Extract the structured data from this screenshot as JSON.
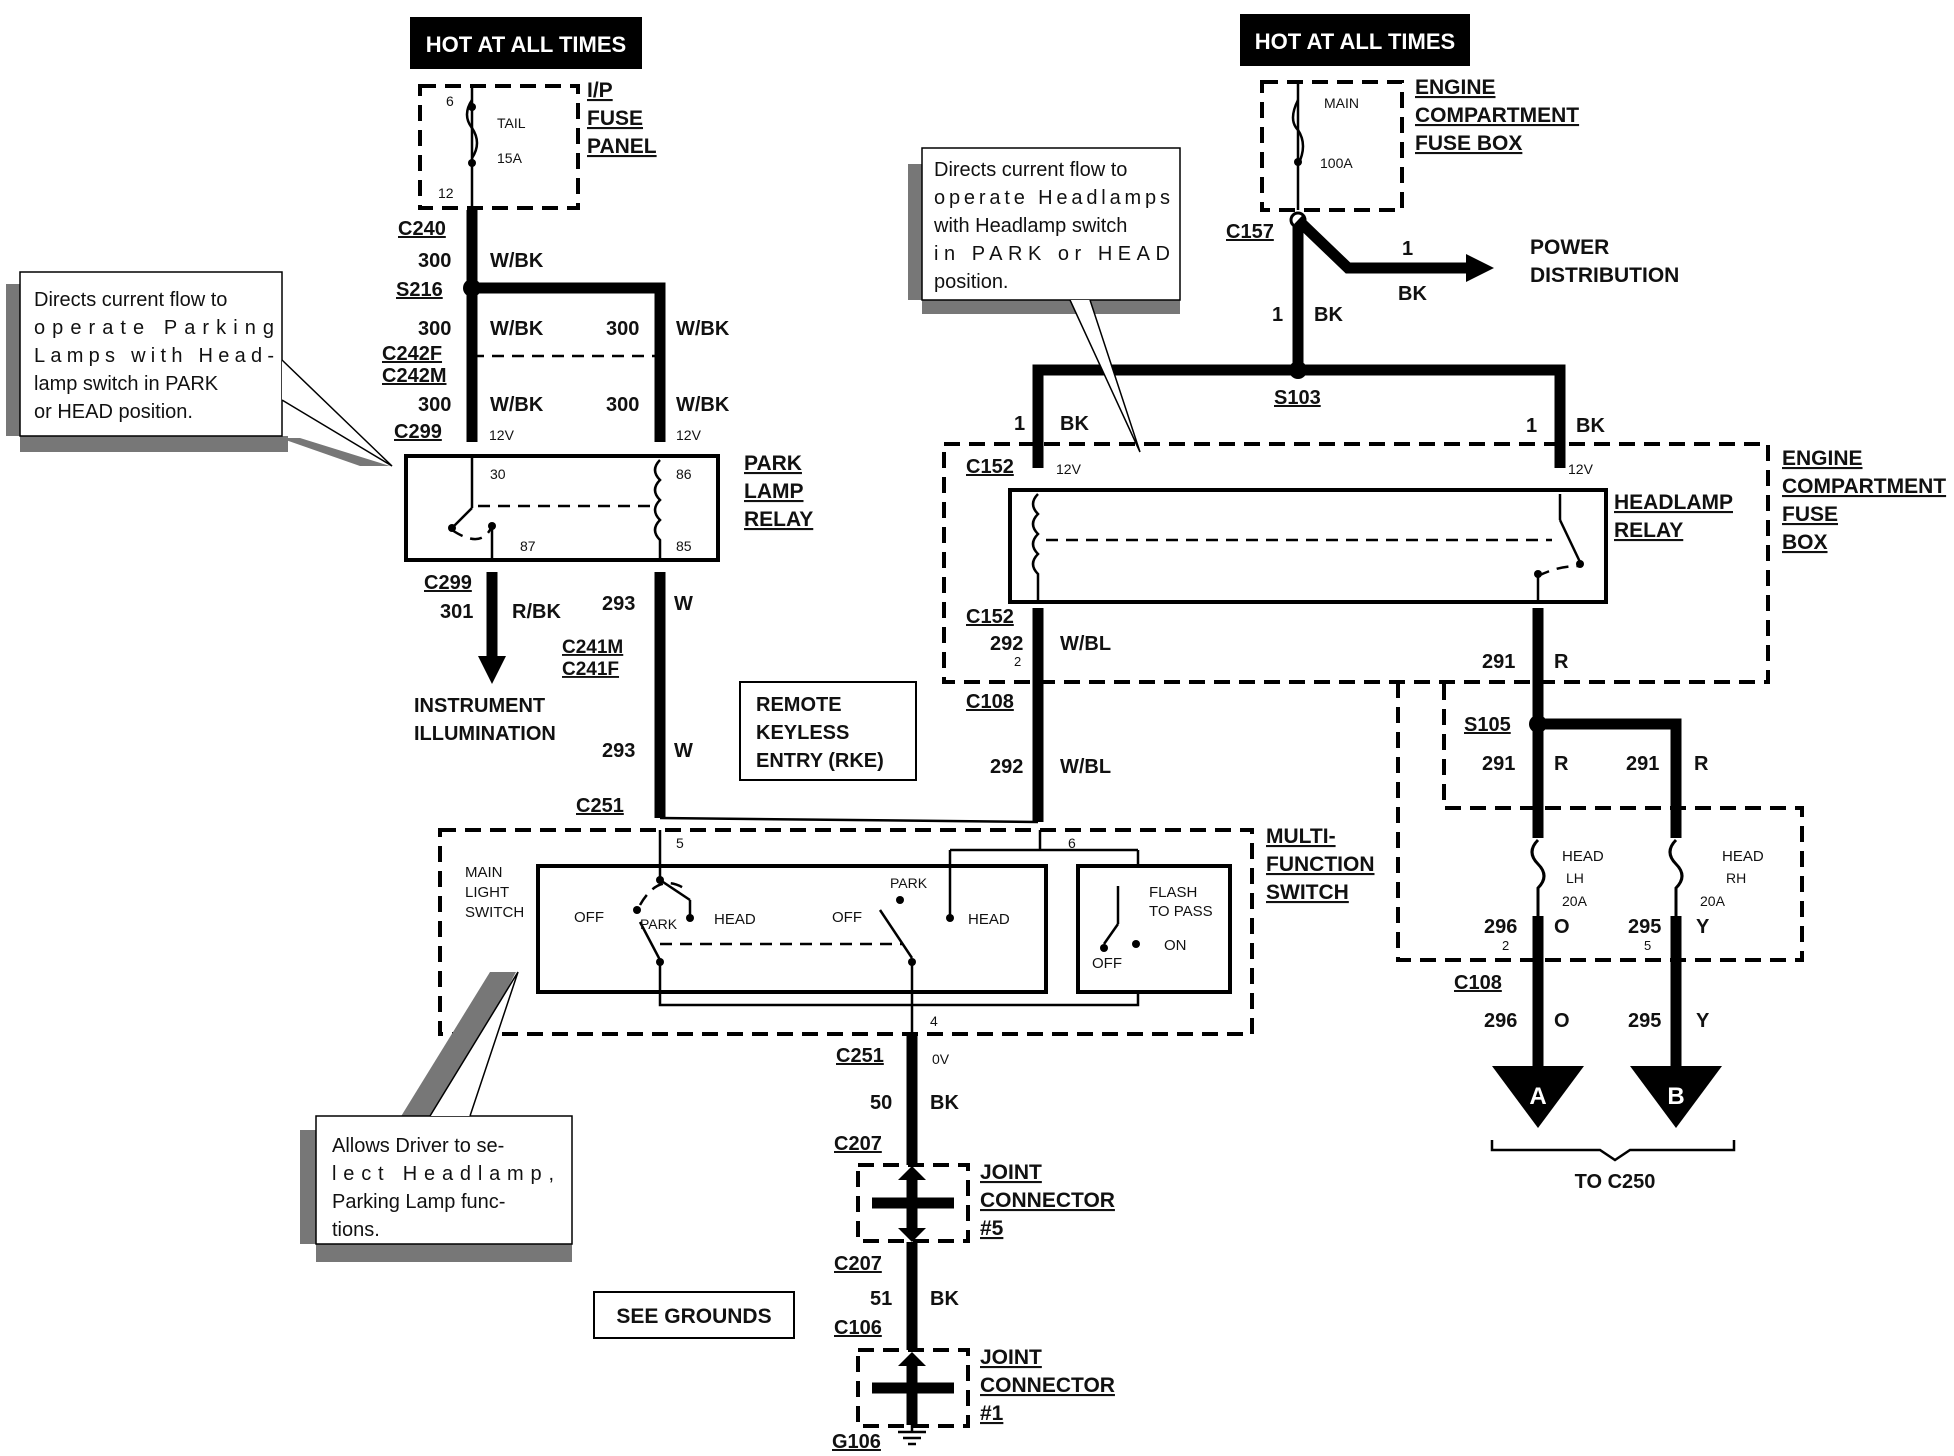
{
  "hot_left": "HOT AT ALL TIMES",
  "hot_right": "HOT AT ALL TIMES",
  "ip_fuse": {
    "label": [
      "I/P",
      "FUSE",
      "PANEL"
    ],
    "fuse_name": "TAIL",
    "fuse_rating": "15A",
    "pin_top": "6",
    "pin_bottom": "12"
  },
  "engine_fuse_top": {
    "label": [
      "ENGINE",
      "COMPARTMENT",
      "FUSE BOX"
    ],
    "fuse_name": "MAIN",
    "fuse_rating": "100A"
  },
  "engine_fuse_right": [
    "ENGINE",
    "COMPARTMENT",
    "FUSE",
    "BOX"
  ],
  "connectors": {
    "c240": "C240",
    "s216": "S216",
    "c242f": "C242F",
    "c242m": "C242M",
    "c299a": "C299",
    "c299b": "C299",
    "c241m": "C241M",
    "c241f": "C241F",
    "c251a": "C251",
    "c251b": "C251",
    "c207a": "C207",
    "c207b": "C207",
    "c106": "C106",
    "g106": "G106",
    "c157": "C157",
    "s103": "S103",
    "c152a": "C152",
    "c152b": "C152",
    "c108a": "C108",
    "c108b": "C108",
    "s105": "S105"
  },
  "circuits": {
    "n300": "300",
    "wbk": "W/BK",
    "n301": "301",
    "rbk": "R/BK",
    "n293": "293",
    "w": "W",
    "n1": "1",
    "bk": "BK",
    "n292": "292",
    "wbl": "W/BL",
    "n291": "291",
    "r": "R",
    "n296": "296",
    "o": "O",
    "n295": "295",
    "y": "Y",
    "n50": "50",
    "n51": "51"
  },
  "voltages": {
    "v12": "12V",
    "v0": "0V"
  },
  "park_relay": {
    "label": [
      "PARK",
      "LAMP",
      "RELAY"
    ],
    "pins": [
      "30",
      "86",
      "87",
      "85"
    ]
  },
  "headlamp_relay": [
    "HEADLAMP",
    "RELAY"
  ],
  "instrument": [
    "INSTRUMENT",
    "ILLUMINATION"
  ],
  "rke": [
    "REMOTE",
    "KEYLESS",
    "ENTRY (RKE)"
  ],
  "power_dist": [
    "POWER",
    "DISTRIBUTION"
  ],
  "multifunction": {
    "label": [
      "MULTI-",
      "FUNCTION",
      "SWITCH"
    ],
    "main_light": [
      "MAIN",
      "LIGHT",
      "SWITCH"
    ],
    "off": "OFF",
    "park": "PARK",
    "head": "HEAD",
    "flash": [
      "FLASH",
      "TO PASS"
    ],
    "on": "ON",
    "pins": [
      "5",
      "6",
      "4"
    ]
  },
  "fuses_head": {
    "lh": [
      "HEAD",
      "LH",
      "20A"
    ],
    "rh": [
      "HEAD",
      "RH",
      "20A"
    ],
    "pin_lh": "2",
    "pin_rh": "5",
    "pin_292": "2"
  },
  "arrows": {
    "a": "A",
    "b": "B",
    "to": "TO C250"
  },
  "joint5": [
    "JOINT",
    "CONNECTOR",
    "#5"
  ],
  "joint1": [
    "JOINT",
    "CONNECTOR",
    "#1"
  ],
  "see_grounds": "SEE GROUNDS",
  "callouts": {
    "parking": [
      "Directs current flow to",
      "operate Parking",
      "Lamps with Head-",
      "lamp switch in PARK",
      "or HEAD position."
    ],
    "headlamps": [
      "Directs current flow to",
      "operate Headlamps",
      "with Headlamp switch",
      "in PARK or HEAD",
      "position."
    ],
    "driver": [
      "Allows Driver to se-",
      "lect Headlamp,",
      "Parking Lamp func-",
      "tions."
    ]
  }
}
